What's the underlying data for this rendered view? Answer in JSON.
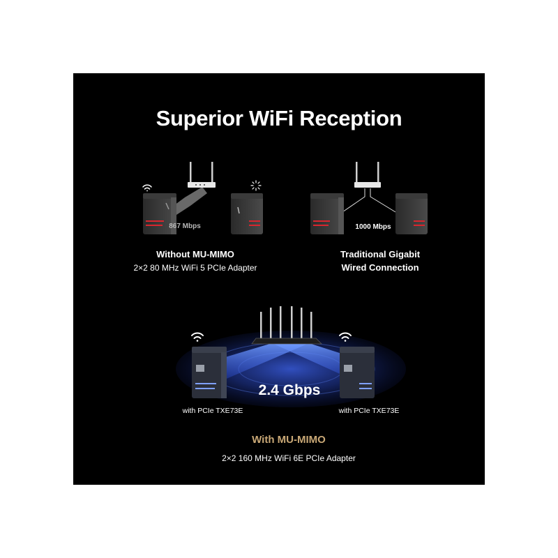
{
  "title": "Superior WiFi Reception",
  "without": {
    "caption": "Without MU-MIMO",
    "subtitle": "2×2 80 MHz WiFi 5 PCIe Adapter",
    "speed": "867 Mbps"
  },
  "wired": {
    "caption": "Traditional Gigabit",
    "subtitle": "Wired Connection",
    "speed": "1000 Mbps"
  },
  "mumimo": {
    "speed": "2.4 Gbps",
    "left_label": "with PCIe TXE73E",
    "right_label": "with PCIe TXE73E",
    "caption": "With MU-MIMO",
    "subtitle": "2×2 160 MHz WiFi 6E PCIe Adapter"
  },
  "colors": {
    "background": "#000000",
    "accent_gold": "#c9a876",
    "beam_blue": "#3a5de0",
    "case_red": "#d8262e"
  },
  "icons": [
    "wifi-icon",
    "loading-spinner-icon",
    "router-icon",
    "pc-tower-icon"
  ]
}
